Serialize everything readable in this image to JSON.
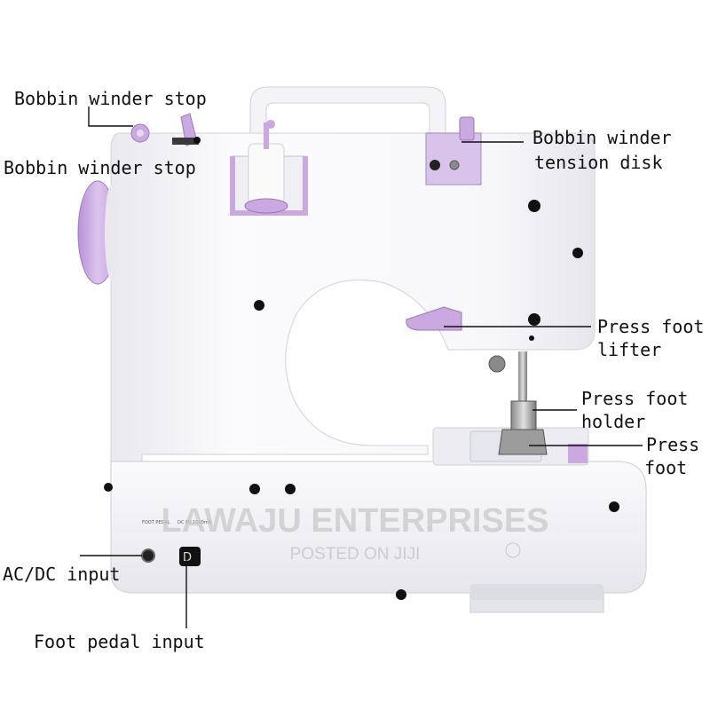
{
  "labels": {
    "bobbin_winder_stop_1": "Bobbin winder stop",
    "bobbin_winder_stop_2": "Bobbin winder stop",
    "tension_disk_line1": "Bobbin winder",
    "tension_disk_line2": "tension disk",
    "press_foot_lifter_line1": "Press foot",
    "press_foot_lifter_line2": "lifter",
    "press_foot_holder_line1": "Press foot",
    "press_foot_holder_line2": "holder",
    "press_foot_line1": "Press",
    "press_foot_line2": "foot",
    "acdc_input": "AC/DC input",
    "foot_pedal_input": "Foot pedal input"
  },
  "panel_text": {
    "foot_pedal": "FOOT PEDAL",
    "dc": "DC 6V 1000mA"
  },
  "watermark": {
    "line1": "LAWAJU ENTERPRISES",
    "line2": "POSTED ON JIJI"
  },
  "colors": {
    "body": "#f6f6f8",
    "accent": "#c9a9e0",
    "accent_dark": "#a77fc8"
  }
}
